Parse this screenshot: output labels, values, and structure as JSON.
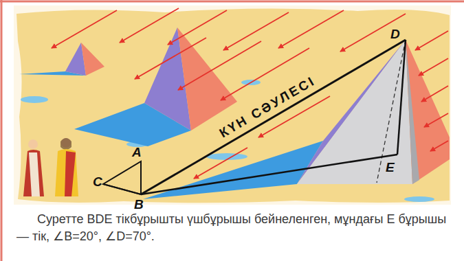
{
  "diagram": {
    "caption": "Суретте BDE тікбұрышты үшбұрышы бейнеленген, мұндағы E бұрышы — тік, ∠B=20°, ∠D=70°.",
    "labels": [
      "D",
      "КҮН СӘУЛЕСІ",
      "A",
      "E",
      "C",
      "B"
    ]
  }
}
